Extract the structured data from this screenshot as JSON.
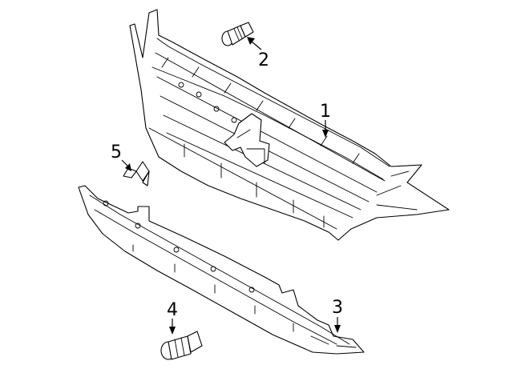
{
  "parts": [
    {
      "id": "grille",
      "callout": "1",
      "icon": "radiator-grille"
    },
    {
      "id": "upper-clip",
      "callout": "2",
      "icon": "push-clip"
    },
    {
      "id": "lower-grille",
      "callout": "3",
      "icon": "lower-grille"
    },
    {
      "id": "lower-clip",
      "callout": "4",
      "icon": "push-clip"
    },
    {
      "id": "emblem",
      "callout": "5",
      "icon": "three-diamond-emblem"
    }
  ],
  "colors": {
    "line": "#000000",
    "background": "#ffffff"
  }
}
